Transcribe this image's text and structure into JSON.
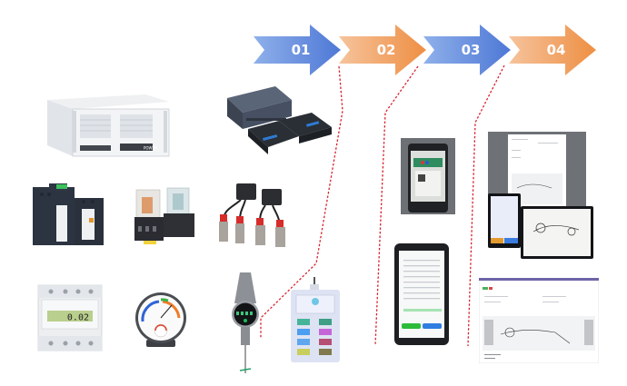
{
  "title": "Industrial data acquisition process flow",
  "steps": [
    {
      "label": "01",
      "color_start": "#8fb0ea",
      "color_end": "#4e78d6"
    },
    {
      "label": "02",
      "color_start": "#f6c39c",
      "color_end": "#ee8f43"
    },
    {
      "label": "03",
      "color_start": "#8fb0ea",
      "color_end": "#4e78d6"
    },
    {
      "label": "04",
      "color_start": "#f6c39c",
      "color_end": "#ee8f43"
    }
  ],
  "connector_color": "#d8242f",
  "devices": {
    "industrial_pc": {
      "name": "Rack-mount industrial PC",
      "brand_text": "POWER"
    },
    "plc": {
      "name": "PLC and serial communication modules"
    },
    "contactor": {
      "name": "AC contactor"
    },
    "relay": {
      "name": "Intermediate relays"
    },
    "sensors": {
      "name": "Photoelectric and proximity sensors"
    },
    "energy_meter": {
      "name": "DIN-rail energy meter",
      "reading": "0.02"
    },
    "hygrometer": {
      "name": "Thermo-hygrometer"
    },
    "dial_indicator": {
      "name": "Digital dial indicator"
    },
    "handheld_terminal": {
      "name": "Handheld data terminal"
    }
  },
  "step2_media": {
    "scan_photo": {
      "name": "Scanning a label with a phone"
    },
    "rugged_tablet": {
      "name": "Rugged tablet form app",
      "btn_left_color": "#2dbb3a",
      "btn_right_color": "#2f7de1"
    }
  },
  "step3_media": {
    "report_screens": {
      "name": "Inspection report on PC and tablets"
    },
    "drawing_report": {
      "name": "Web report with engineering drawing"
    }
  }
}
